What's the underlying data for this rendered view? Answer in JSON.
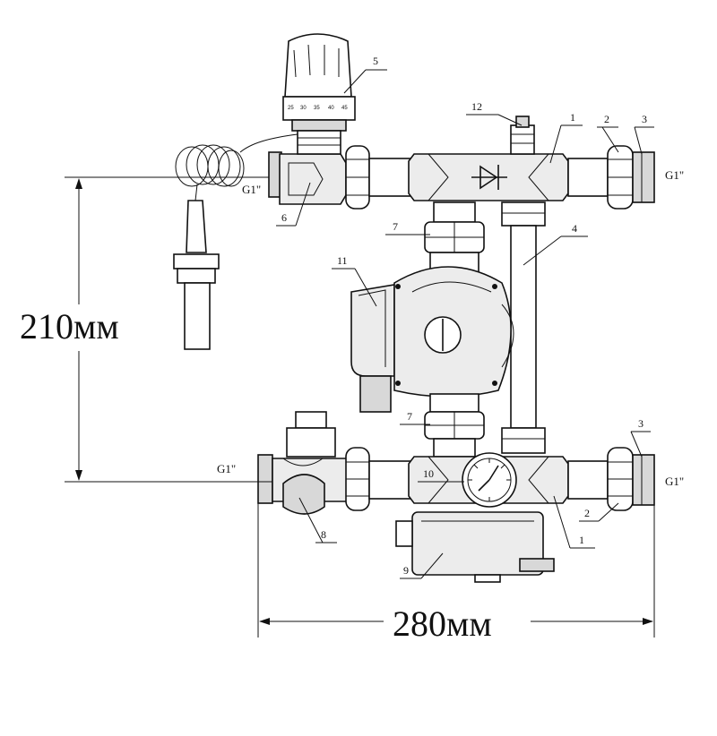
{
  "dimensions": {
    "height": "210мм",
    "width": "280мм"
  },
  "thread_labels": {
    "top_left": "G1\"",
    "top_right": "G1\"",
    "bottom_left": "G1\"",
    "bottom_right": "G1\""
  },
  "thermostat_scale": [
    "25",
    "30",
    "35",
    "40",
    "45"
  ],
  "callouts": {
    "c1_top": "1",
    "c2_top": "2",
    "c3_top": "3",
    "c4": "4",
    "c5": "5",
    "c6": "6",
    "c7_top": "7",
    "c7_bottom": "7",
    "c8": "8",
    "c9": "9",
    "c10": "10",
    "c11": "11",
    "c12": "12",
    "c3_bottom": "3",
    "c2_bottom": "2",
    "c1_bottom": "1"
  }
}
